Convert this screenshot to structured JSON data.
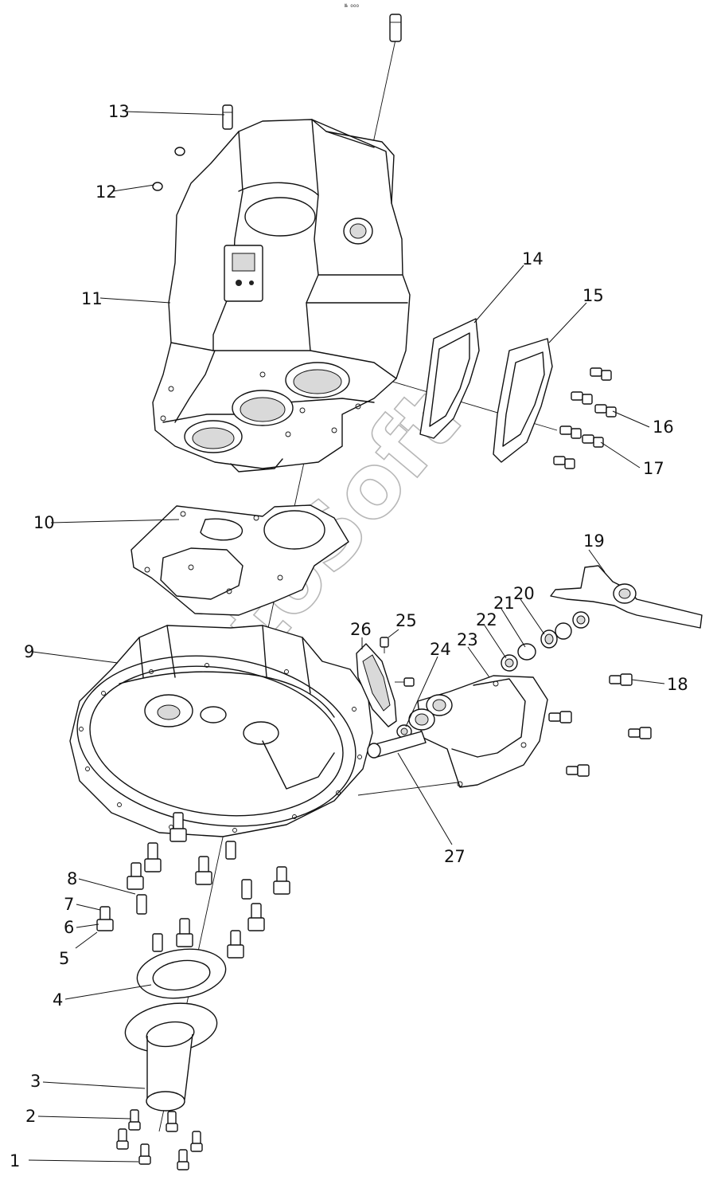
{
  "header_mark": "№ ooo",
  "watermark": "AutoSoft",
  "callouts": [
    {
      "id": "1",
      "text": "1"
    },
    {
      "id": "2",
      "text": "2"
    },
    {
      "id": "3",
      "text": "3"
    },
    {
      "id": "4",
      "text": "4"
    },
    {
      "id": "5",
      "text": "5"
    },
    {
      "id": "6",
      "text": "6"
    },
    {
      "id": "7",
      "text": "7"
    },
    {
      "id": "8",
      "text": "8"
    },
    {
      "id": "9",
      "text": "9"
    },
    {
      "id": "10",
      "text": "10"
    },
    {
      "id": "11",
      "text": "11"
    },
    {
      "id": "12",
      "text": "12"
    },
    {
      "id": "13",
      "text": "13"
    },
    {
      "id": "14",
      "text": "14"
    },
    {
      "id": "15",
      "text": "15"
    },
    {
      "id": "16",
      "text": "16"
    },
    {
      "id": "17",
      "text": "17"
    },
    {
      "id": "18",
      "text": "18"
    },
    {
      "id": "19",
      "text": "19"
    },
    {
      "id": "20",
      "text": "20"
    },
    {
      "id": "21",
      "text": "21"
    },
    {
      "id": "22",
      "text": "22"
    },
    {
      "id": "23",
      "text": "23"
    },
    {
      "id": "24",
      "text": "24"
    },
    {
      "id": "25",
      "text": "25"
    },
    {
      "id": "26",
      "text": "26"
    },
    {
      "id": "27",
      "text": "27"
    }
  ]
}
